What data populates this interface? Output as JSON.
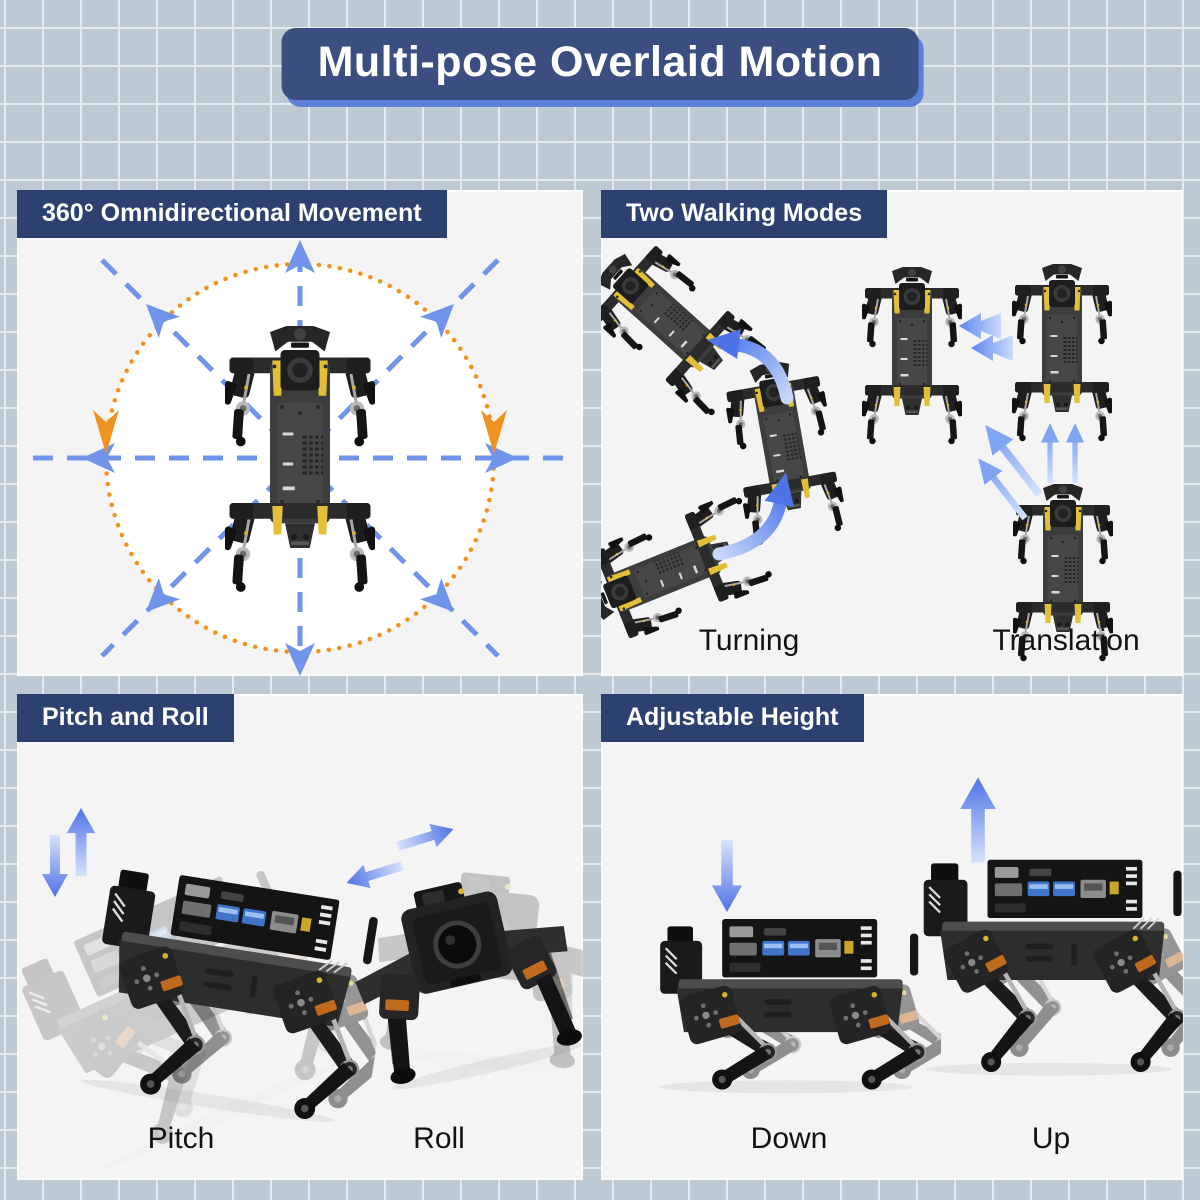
{
  "title": "Multi-pose Overlaid Motion",
  "panels": [
    {
      "id": "omnidirectional",
      "header": "360° Omnidirectional Movement"
    },
    {
      "id": "walking_modes",
      "header": "Two Walking Modes",
      "labels": {
        "left": "Turning",
        "right": "Translation"
      }
    },
    {
      "id": "pitch_roll",
      "header": "Pitch and Roll",
      "labels": {
        "left": "Pitch",
        "right": "Roll"
      }
    },
    {
      "id": "adjustable_height",
      "header": "Adjustable Height",
      "labels": {
        "left": "Down",
        "right": "Up"
      }
    }
  ],
  "colors": {
    "background": "#bdcad3",
    "grid_line": "#e4ecef",
    "banner_bg": "#3a4f80",
    "banner_shadow": "#5c80d8",
    "banner_text": "#ffffff",
    "panel_bg": "#f4f4f5",
    "header_tab_bg": "#2d4170",
    "header_tab_text": "#ffffff",
    "label_text": "#121212",
    "arrow_blue": "#5b82ee",
    "arrow_blue_light": "#c7d8fa",
    "arrow_orange": "#f0921e",
    "dashed_ray_blue": "#6f94ea",
    "robot_accent_yellow": "#e2bf36",
    "omni_circle_fill": "#ffffff"
  },
  "icons": {
    "robot_top_view": "quadruped robot seen from above",
    "robot_side_view_up": "quadruped robot side view standing tall",
    "robot_side_view_down": "quadruped robot side view crouched",
    "robot_front_view": "quadruped robot front view rolled",
    "dashed_ray": "blue dashed direction ray",
    "ray_arrowhead": "blue direction arrowhead",
    "rotation_arrow": "orange rotation arrow on dotted circle",
    "curved_turn_arrow": "blue curved turning arrow",
    "chevron_arrow": "blue double chevron translation arrow",
    "thin_arrow": "thin blue translation arrow",
    "motion_arrow": "blue gradient motion arrow"
  }
}
